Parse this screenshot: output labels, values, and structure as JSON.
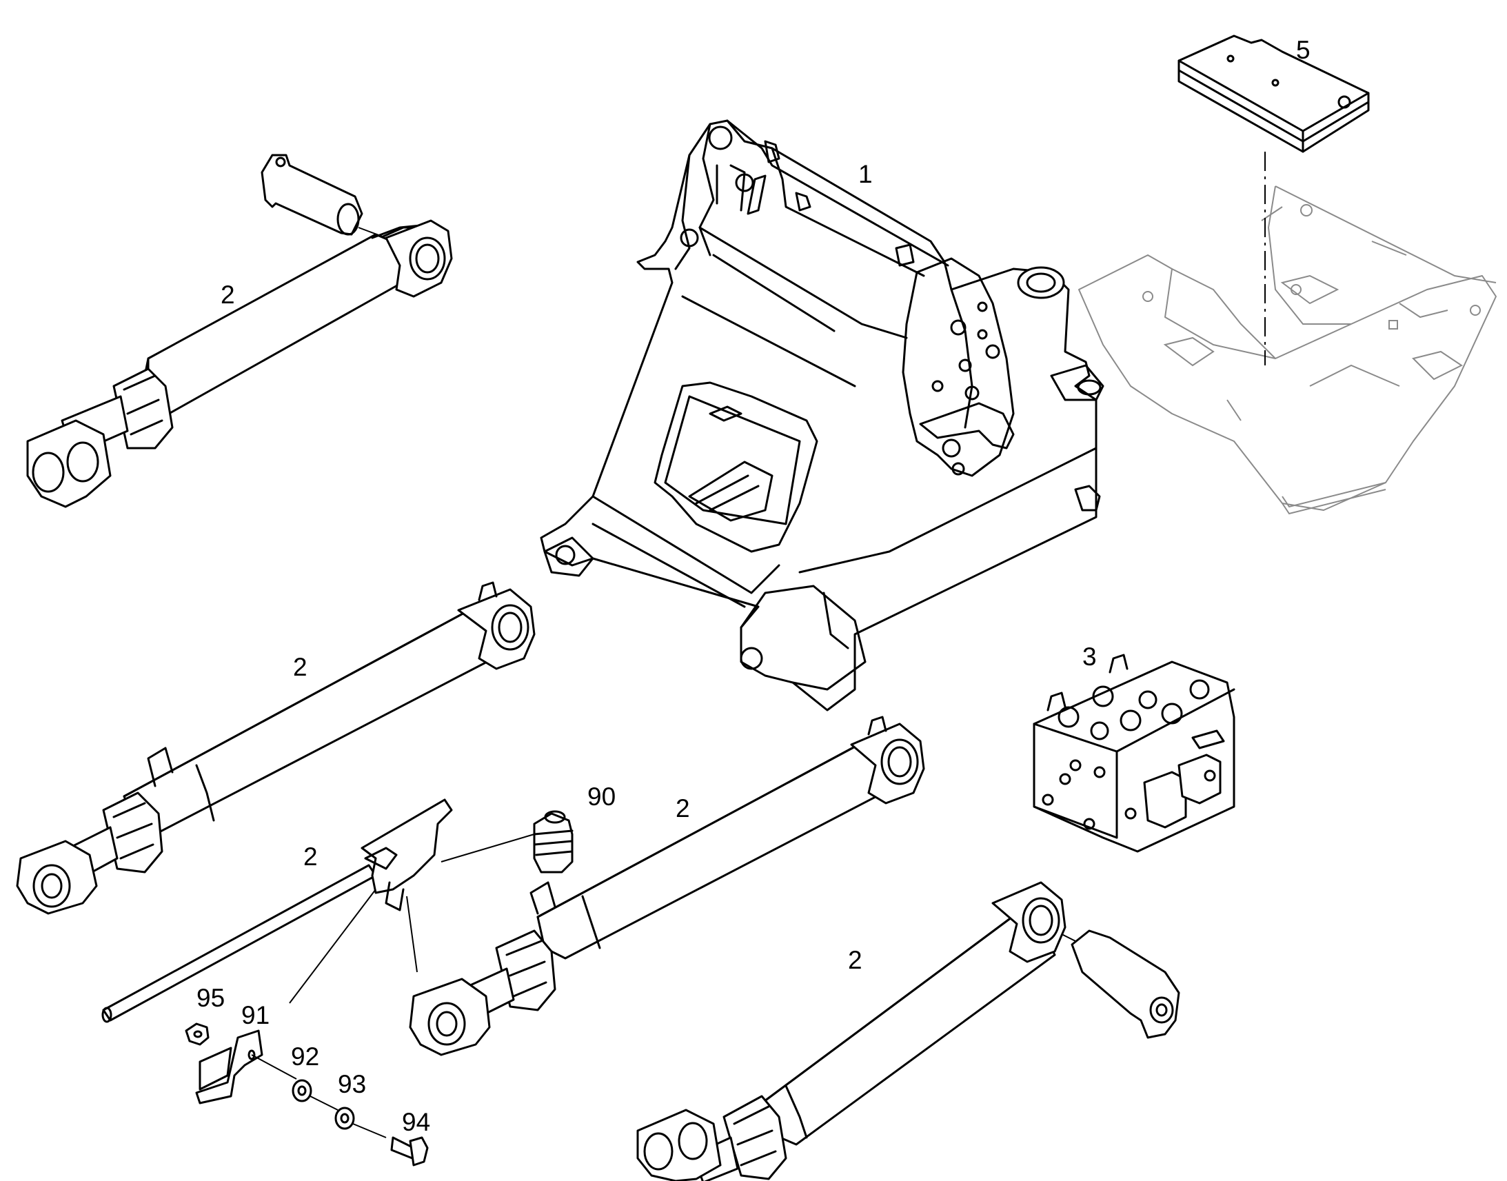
{
  "callouts": {
    "c1": "1",
    "c2a": "2",
    "c2b": "2",
    "c2c": "2",
    "c2d": "2",
    "c2e": "2",
    "c3": "3",
    "c5": "5",
    "c90": "90",
    "c91": "91",
    "c92": "92",
    "c93": "93",
    "c94": "94",
    "c95": "95"
  }
}
